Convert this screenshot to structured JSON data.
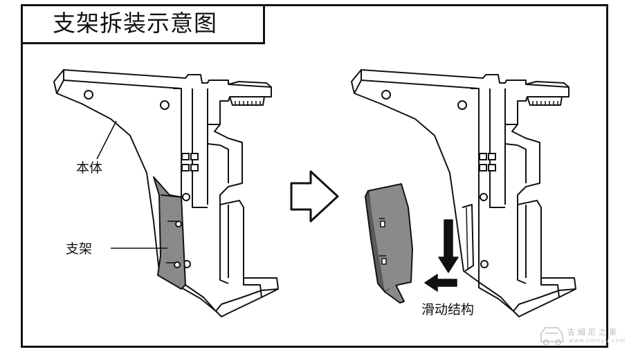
{
  "title": "支架拆装示意图",
  "labels": {
    "body": "本体",
    "bracket": "支架",
    "slide": "滑动结构"
  },
  "watermark": {
    "text": "吉姆尼之家",
    "url": "www.jimnyu.com",
    "icon": "jeep-logo-icon"
  },
  "colors": {
    "line": "#111111",
    "bracket_fill": "#8a8a8a",
    "slot_fill": "#5a5a5a",
    "watermark": "#b9b9b9"
  }
}
